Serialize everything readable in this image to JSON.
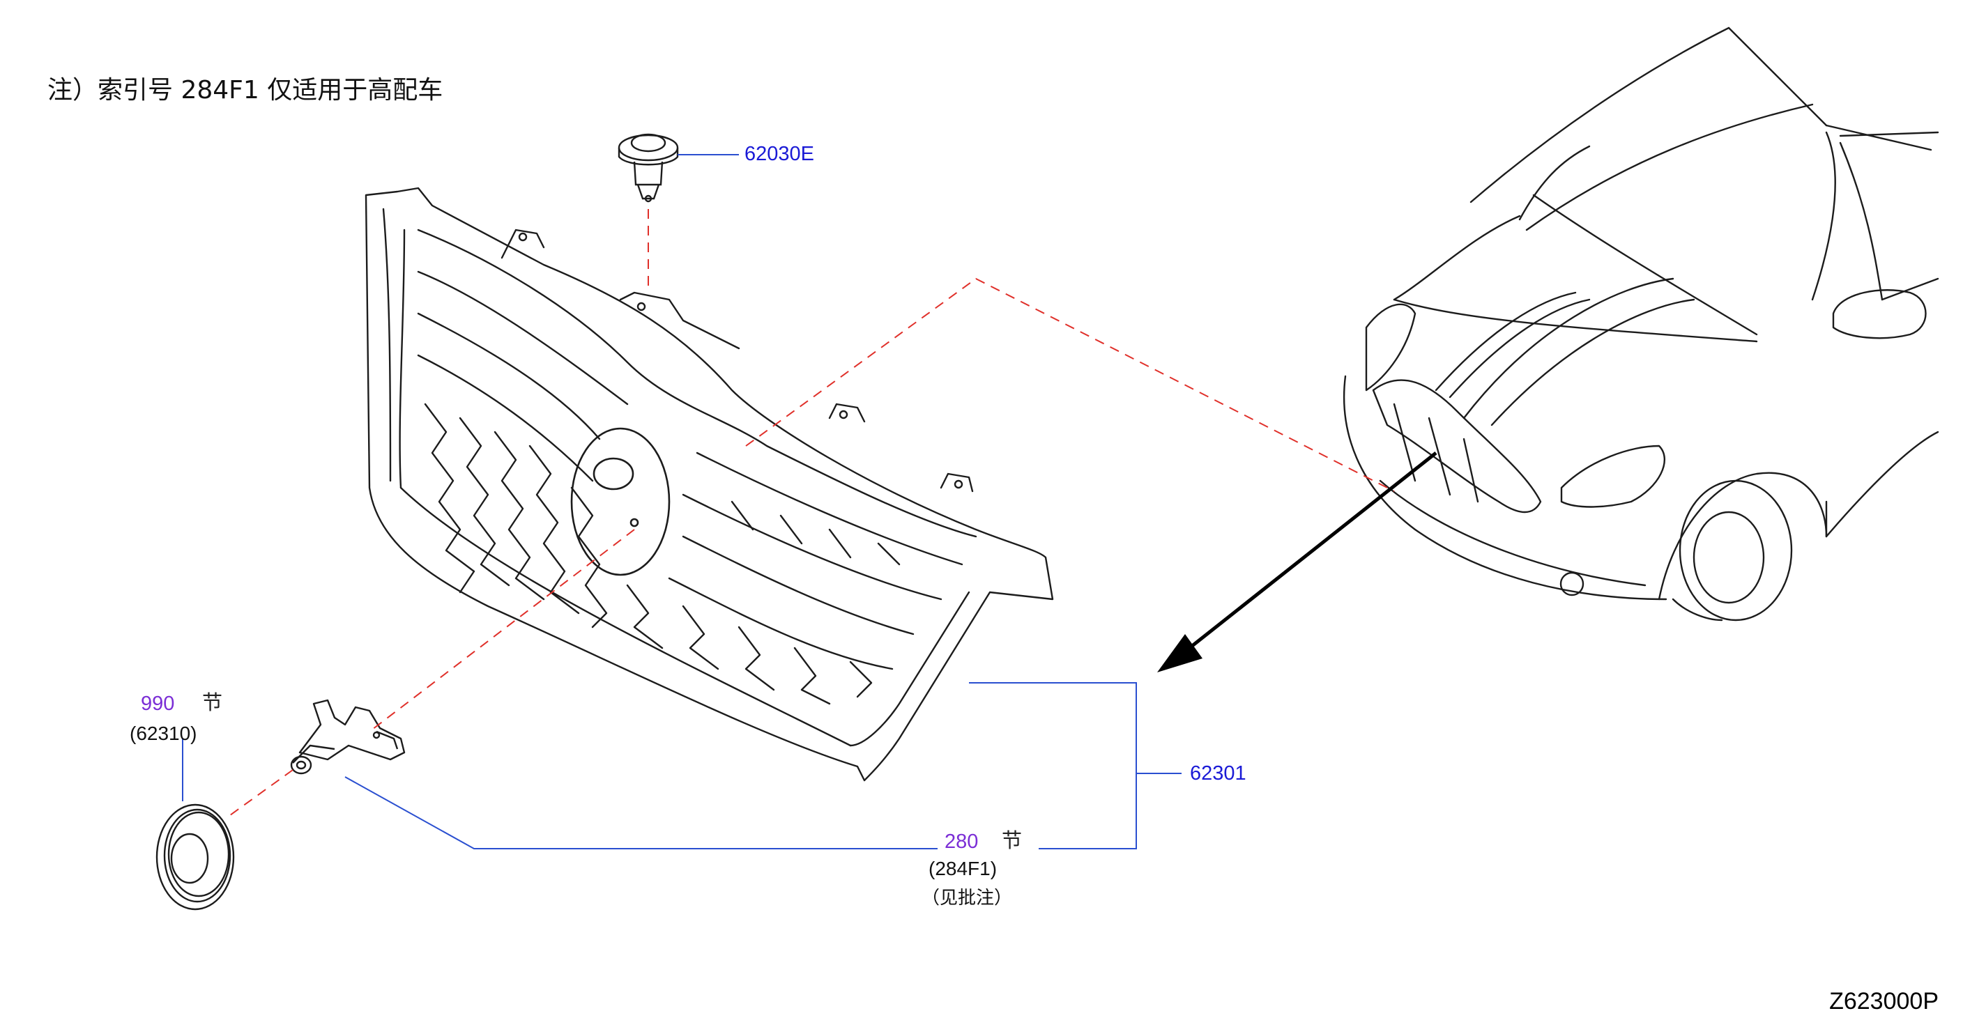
{
  "note": "注）索引号 284F1  仅适用于高配车",
  "callouts": {
    "clip": {
      "part_no": "62030E"
    },
    "grille": {
      "part_no": "62301"
    },
    "emblem": {
      "section_no": "990",
      "section_word": "节",
      "part_ref": "(62310)"
    },
    "camera": {
      "section_no": "280",
      "section_word": "节",
      "part_ref": "(284F1)",
      "remark": "（见批注）"
    }
  },
  "diagram_code": "Z623000P",
  "colors": {
    "line": "#1c1c1c",
    "leader_blue": "#2a4fd0",
    "dashed_red": "#e0302a",
    "part_no_blue": "#1a1ad6",
    "section_purple": "#7b2ed6"
  }
}
